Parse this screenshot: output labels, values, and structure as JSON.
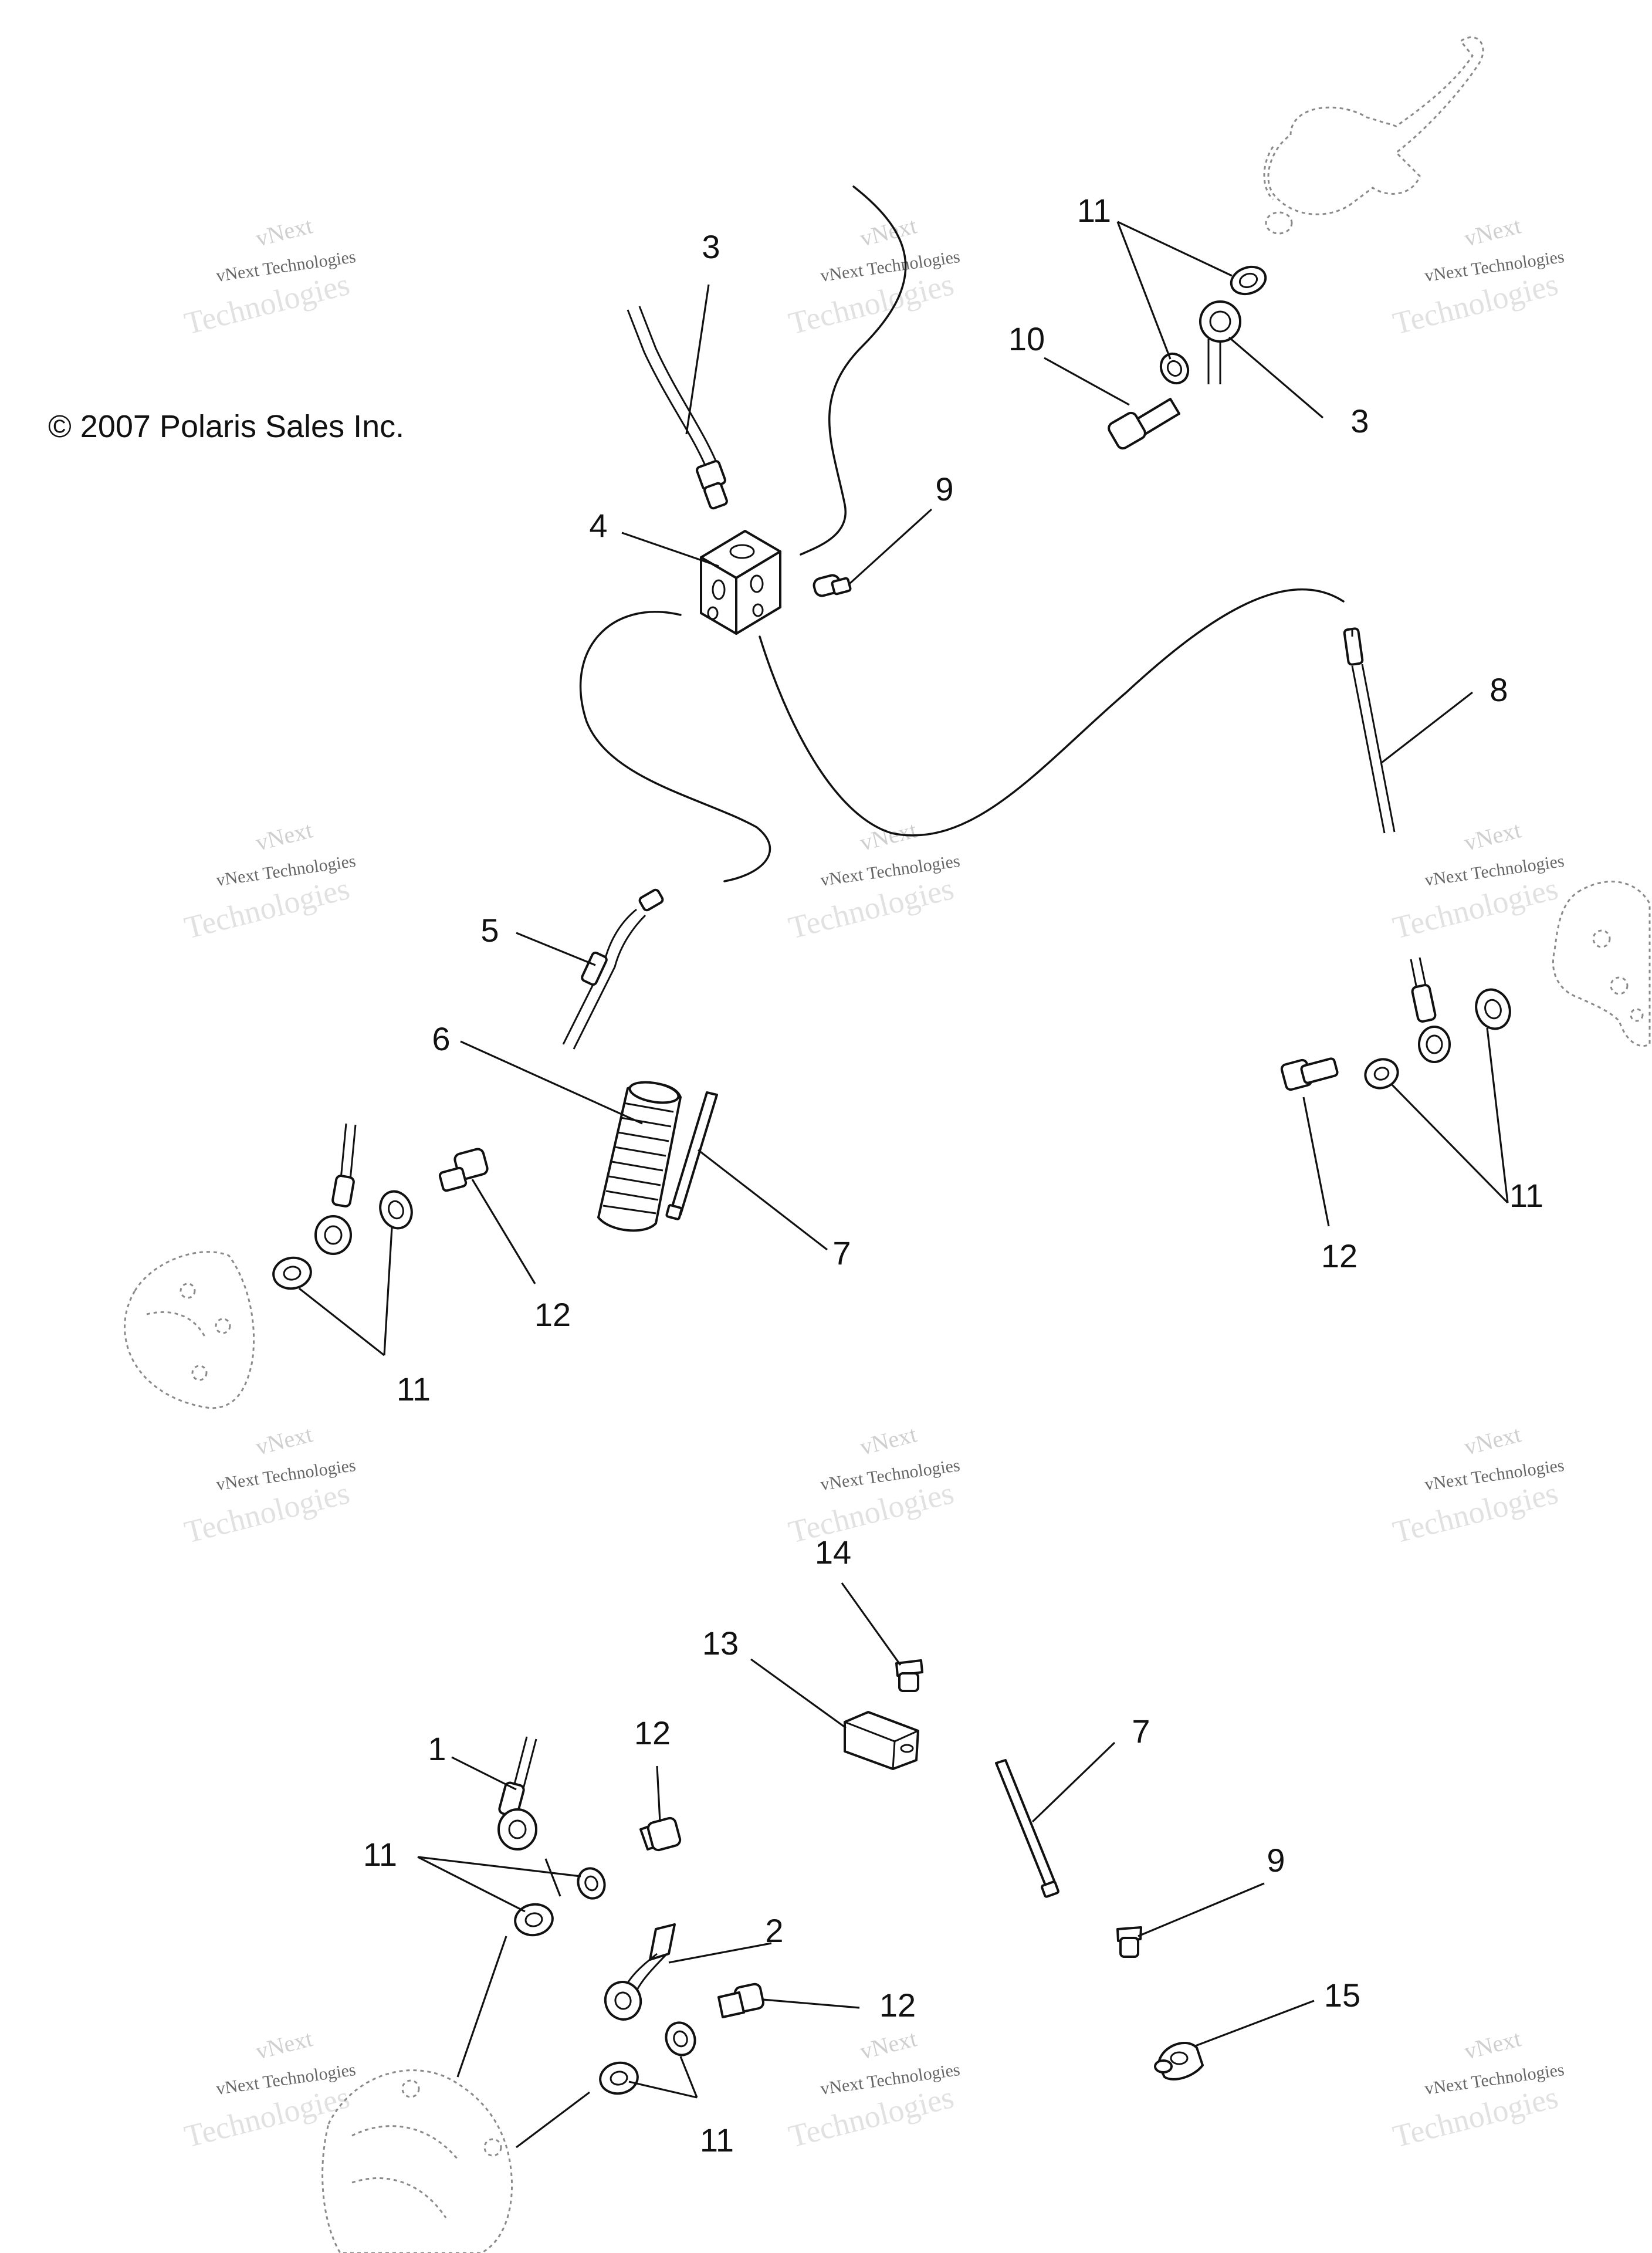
{
  "copyright": "© 2007 Polaris Sales Inc.",
  "watermark": {
    "line_top": "vNext",
    "line_mid": "vNext Technologies",
    "line_bot": "Technologies"
  },
  "callouts": {
    "c3a": "3",
    "c3b": "3",
    "c4": "4",
    "c5": "5",
    "c6": "6",
    "c7a": "7",
    "c7b": "7",
    "c8": "8",
    "c9a": "9",
    "c9b": "9",
    "c10": "10",
    "c11a": "11",
    "c11b": "11",
    "c11c": "11",
    "c11d": "11",
    "c11e": "11",
    "c12a": "12",
    "c12b": "12",
    "c12c": "12",
    "c12d": "12",
    "c1": "1",
    "c2": "2",
    "c13": "13",
    "c14": "14",
    "c15": "15"
  },
  "colors": {
    "ink": "#111111",
    "ghost": "#8a8a8a",
    "background": "#ffffff"
  }
}
